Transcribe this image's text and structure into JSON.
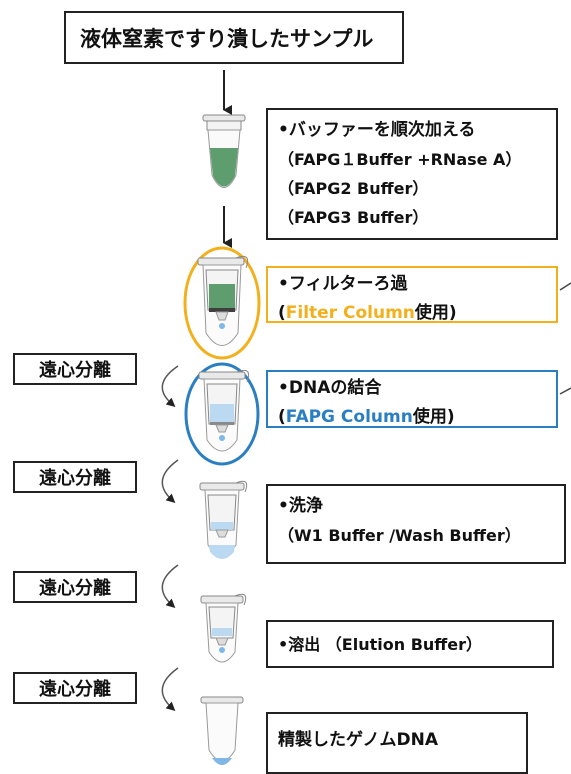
{
  "title": "液体窒素ですり潰したサンプル",
  "steps": {
    "buffer": {
      "line1": "•バッファーを順次加える",
      "line2": "（FAPG１Buffer +RNase A）",
      "line3": "（FAPG2 Buffer）",
      "line4": "（FAPG3 Buffer）"
    },
    "filter": {
      "line1": "•フィルターろ過",
      "open": "(",
      "highlight": "Filter Column",
      "close": "使用)"
    },
    "binding": {
      "line1": "•DNAの結合",
      "open": "(",
      "highlight": "FAPG Column",
      "close": "使用)"
    },
    "wash": {
      "line1": "•洗浄",
      "line2": "（W1 Buffer /Wash Buffer）"
    },
    "elution": {
      "line1": "•溶出 （Elution Buffer）"
    },
    "final": {
      "line1": "精製したゲノムDNA"
    }
  },
  "centrifuge_label": "遠心分離",
  "colors": {
    "filter_accent": "#f2b01c",
    "binding_accent": "#2a7fc3",
    "green_liquid": "#5e9e6e",
    "light_blue_liquid": "#bcd9f2"
  }
}
